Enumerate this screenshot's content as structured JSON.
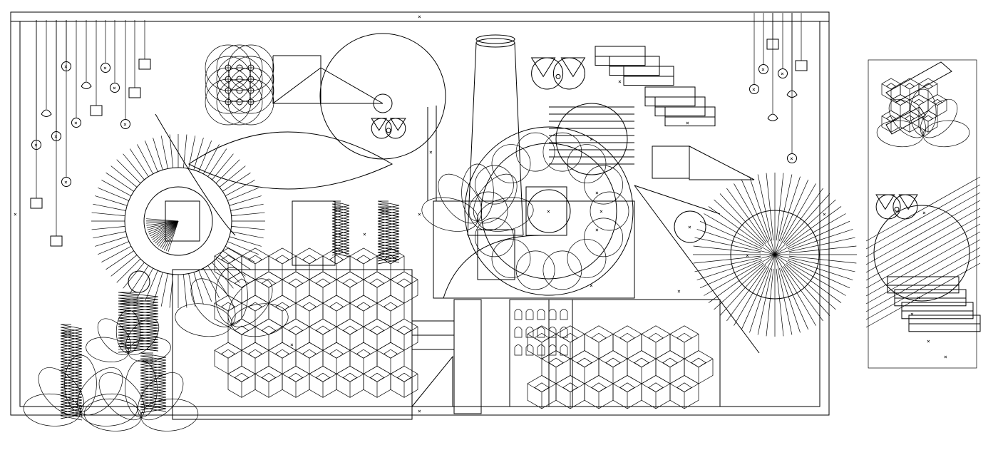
{
  "drawing": {
    "style": "black line-art technical drawing",
    "ink_color": "#000000",
    "paper_color": "#ffffff",
    "marker_glyph": "×",
    "panels": [
      "main-wall-elevation",
      "side-panel-elevation"
    ],
    "motifs": [
      "hanging-pendant-icon",
      "sunburst-icon",
      "overlapping-circles-icon",
      "isometric-cube-pattern-icon",
      "leaf-petal-icon",
      "hatched-staircase-icon",
      "tower-icon",
      "zigzag-column-icon",
      "concentric-ring-icon"
    ]
  }
}
